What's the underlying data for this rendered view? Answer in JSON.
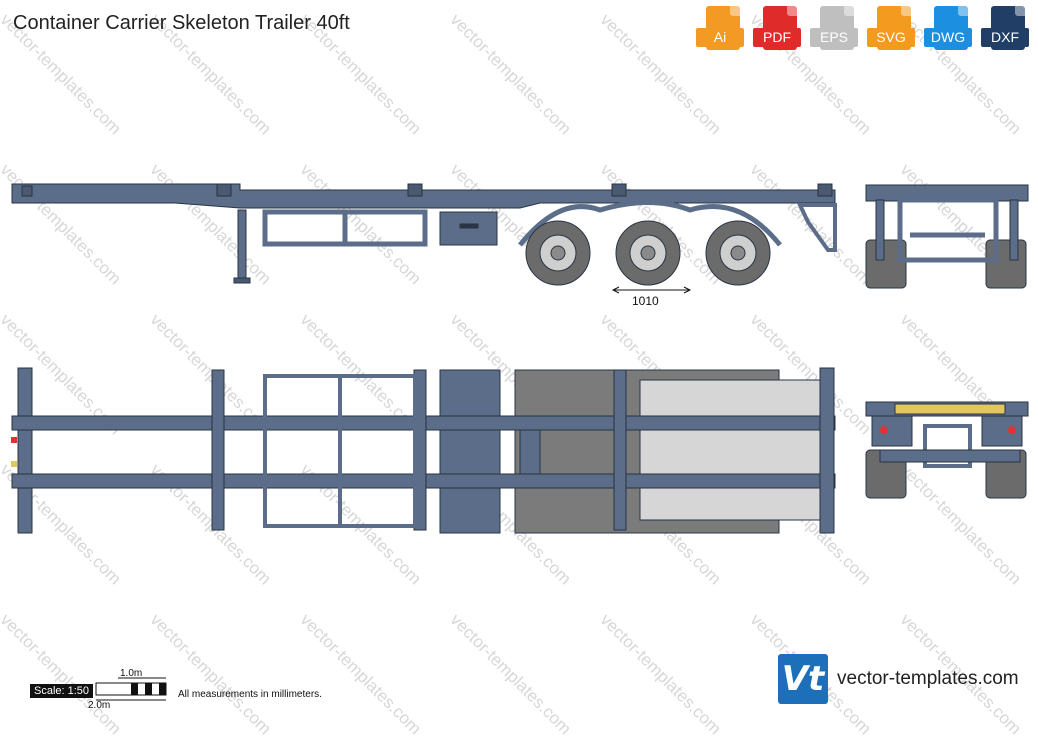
{
  "title": "Container Carrier Skeleton Trailer 40ft",
  "formats": [
    {
      "label": "Ai",
      "color": "#f29a24",
      "icon": "ai-file-icon"
    },
    {
      "label": "PDF",
      "color": "#e02b2b",
      "icon": "pdf-file-icon"
    },
    {
      "label": "EPS",
      "color": "#bfbfbf",
      "icon": "eps-file-icon"
    },
    {
      "label": "SVG",
      "color": "#f39a1f",
      "icon": "svg-file-icon"
    },
    {
      "label": "DWG",
      "color": "#1c8fe0",
      "icon": "dwg-file-icon"
    },
    {
      "label": "DXF",
      "color": "#203e66",
      "icon": "dxf-file-icon"
    }
  ],
  "watermark": "vector-templates.com",
  "dimension_label": "1010",
  "scale": {
    "label": "Scale: 1:50",
    "top": "1.0m",
    "bottom": "2.0m"
  },
  "measurement_note": "All measurements in millimeters.",
  "logo_text": "Vt",
  "site_name": "vector-templates.com",
  "colors": {
    "frame": "#5b6d88",
    "tire": "#6b6b6b",
    "light": "#cfcfcf",
    "yellow": "#e3c75e"
  }
}
